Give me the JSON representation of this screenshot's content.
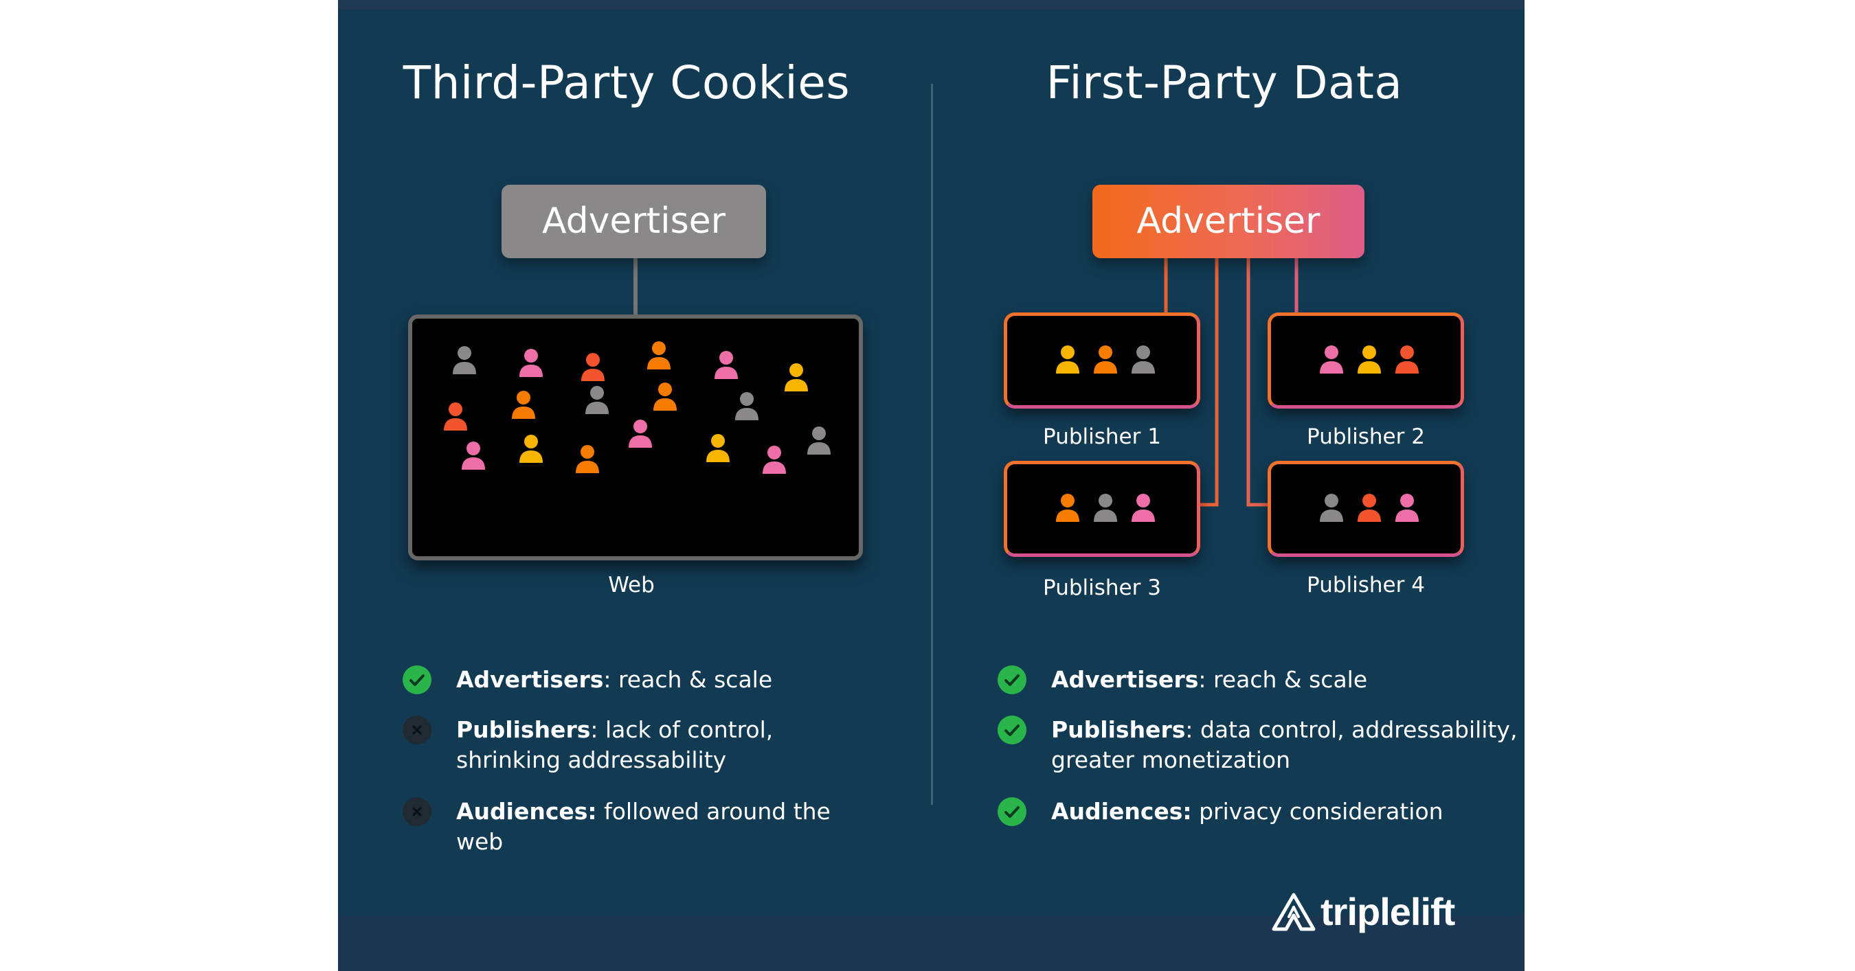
{
  "left": {
    "title": "Third-Party Cookies",
    "advertiser": "Advertiser",
    "web_label": "Web",
    "bullets": [
      {
        "status": "check",
        "bold": "Advertisers",
        "text": ": reach & scale"
      },
      {
        "status": "cross",
        "bold": "Publishers",
        "text": ": lack of control, shrinking addressability"
      },
      {
        "status": "cross",
        "bold": "Audiences:",
        "text": " followed around the web"
      }
    ]
  },
  "right": {
    "title": "First-Party Data",
    "advertiser": "Advertiser",
    "publishers": [
      {
        "label": "Publisher 1",
        "people": [
          "yellow",
          "orange",
          "gray"
        ]
      },
      {
        "label": "Publisher 2",
        "people": [
          "pink",
          "yellow",
          "red-orange"
        ]
      },
      {
        "label": "Publisher 3",
        "people": [
          "orange",
          "gray",
          "pink"
        ]
      },
      {
        "label": "Publisher 4",
        "people": [
          "gray",
          "red-orange",
          "pink"
        ]
      }
    ],
    "bullets": [
      {
        "status": "check",
        "bold": "Advertisers",
        "text": ": reach & scale"
      },
      {
        "status": "check",
        "bold": "Publishers",
        "text": ": data control, addressability, greater monetization"
      },
      {
        "status": "check",
        "bold": "Audiences:",
        "text": " privacy consideration"
      }
    ]
  },
  "logo": {
    "text": "triplelift"
  },
  "colors": {
    "background": "#123a52",
    "check": "#2ab54a",
    "gray": "#8a8888",
    "yellow": "#f7b500",
    "orange": "#f57c00",
    "red-orange": "#f2542d",
    "pink": "#ee6fa8"
  }
}
